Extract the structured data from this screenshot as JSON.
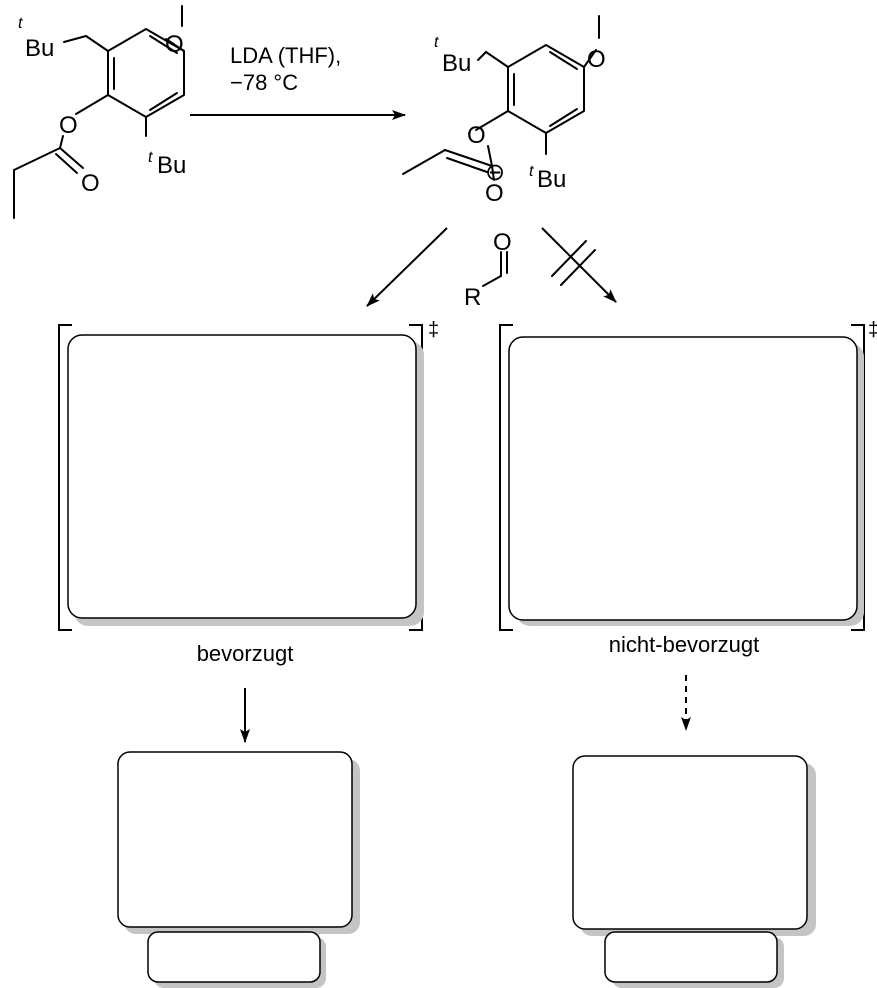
{
  "reactant": {
    "substituent_top": "Bu",
    "substituent_bottom": "Bu",
    "tert_prefix": "t",
    "ether_oxygen": "O",
    "ester_oxygen": "O",
    "carbonyl_oxygen": "O"
  },
  "reagents": {
    "line1": "LDA (THF),",
    "line2": "−78 °C"
  },
  "enolate": {
    "substituent_top": "Bu",
    "substituent_bottom": "Bu",
    "tert_prefix": "t",
    "ether_oxygen": "O",
    "ester_oxygen": "O",
    "enolate_oxygen": "O",
    "charge": "⊖"
  },
  "aldehyde": {
    "oxygen": "O",
    "r_group": "R"
  },
  "transition_states": {
    "dagger": "‡",
    "favored_label": "bevorzugt",
    "disfavored_label": "nicht-bevorzugt"
  }
}
